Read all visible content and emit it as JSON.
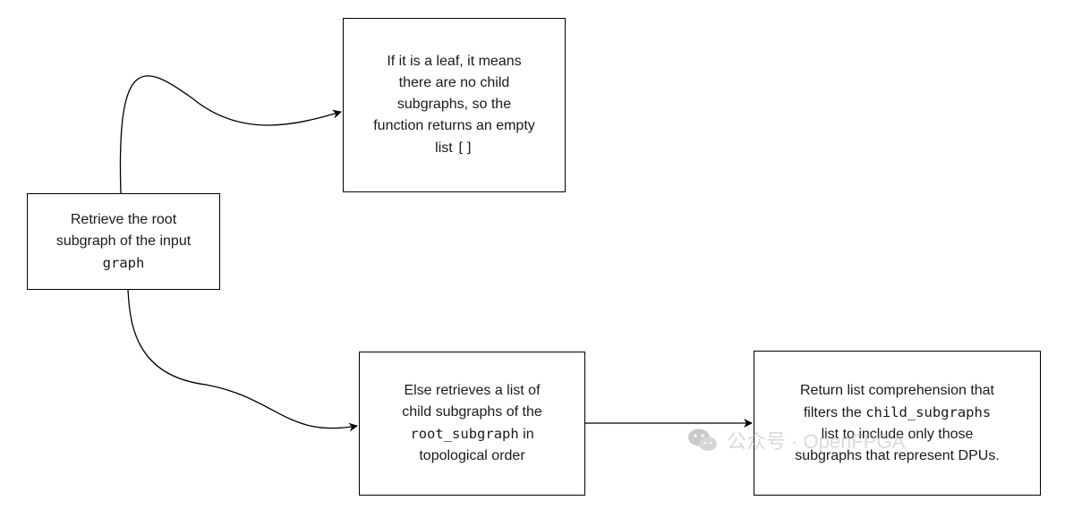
{
  "nodes": {
    "root": {
      "line1": "Retrieve the root",
      "line2": "subgraph of the input",
      "code": "graph"
    },
    "leaf": {
      "line1": "If it is a leaf, it means",
      "line2": "there are no child",
      "line3": "subgraphs, so the",
      "line4": "function returns an empty",
      "line5_pre": "list ",
      "code": "[]"
    },
    "else": {
      "line1": "Else retrieves a list of",
      "line2": "child subgraphs of the",
      "code": "root_subgraph",
      "line3_post": " in",
      "line4": "topological order"
    },
    "ret": {
      "line1": "Return list comprehension that",
      "line2_pre": "filters the ",
      "code": "child_subgraphs",
      "line3": "list to include only those",
      "line4": "subgraphs that represent DPUs."
    }
  },
  "watermark": {
    "icon": "wechat-icon",
    "text": "公众号 · OpenFPGA"
  }
}
